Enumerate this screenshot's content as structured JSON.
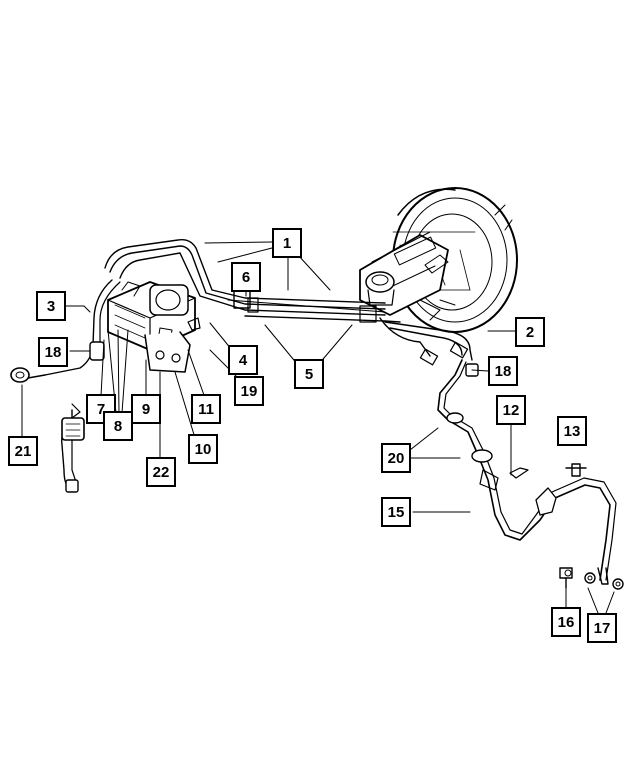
{
  "diagram": {
    "callouts": {
      "c1": "1",
      "c2": "2",
      "c3": "3",
      "c4": "4",
      "c5": "5",
      "c6": "6",
      "c7": "7",
      "c8": "8",
      "c9": "9",
      "c10": "10",
      "c11": "11",
      "c12": "12",
      "c13": "13",
      "c15": "15",
      "c16": "16",
      "c17": "17",
      "c18a": "18",
      "c18b": "18",
      "c19": "19",
      "c20": "20",
      "c21": "21",
      "c22": "22"
    }
  }
}
